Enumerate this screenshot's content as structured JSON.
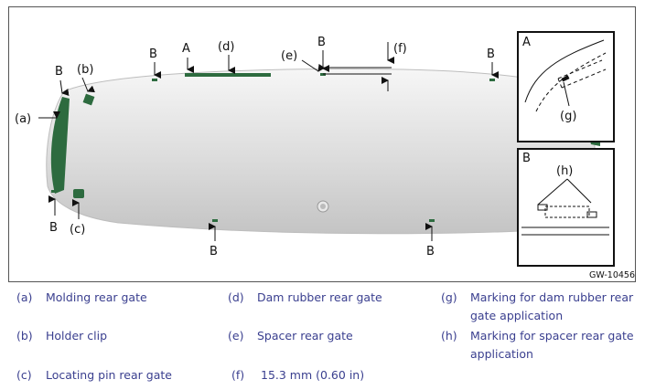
{
  "figure": {
    "code": "GW-10456",
    "labels": {
      "b1": "B",
      "b2": "(b)",
      "a": "(a)",
      "b3": "B",
      "c": "(c)",
      "b4": "B",
      "A": "A",
      "d": "(d)",
      "e": "(e)",
      "b5": "B",
      "f": "(f)",
      "b6": "B",
      "b7": "B",
      "b8": "B"
    },
    "inset_a": {
      "title": "A",
      "label": "(g)"
    },
    "inset_b": {
      "title": "B",
      "label": "(h)"
    }
  },
  "legend": [
    {
      "key": "(a)",
      "text": "Molding rear gate"
    },
    {
      "key": "(b)",
      "text": "Holder clip"
    },
    {
      "key": "(c)",
      "text": "Locating pin rear gate"
    },
    {
      "key": "(d)",
      "text": "Dam rubber rear gate"
    },
    {
      "key": "(e)",
      "text": "Spacer rear gate"
    },
    {
      "key": "(f)",
      "text": "15.3 mm (0.60 in)"
    },
    {
      "key": "(g)",
      "text": "Marking for dam rubber rear gate application"
    },
    {
      "key": "(h)",
      "text": "Marking for spacer rear gate application"
    }
  ],
  "colors": {
    "part_green": "#2d6b3f",
    "legend_text": "#3a3f8f"
  }
}
